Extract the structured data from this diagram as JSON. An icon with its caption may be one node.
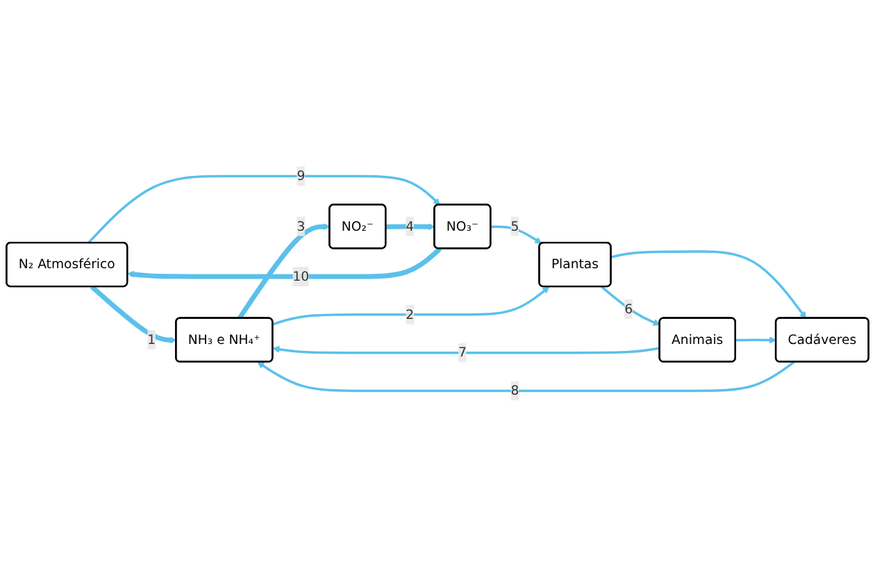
{
  "diagram": {
    "nodes": [
      {
        "text": [
          "N₂ Atmosférico"
        ]
      },
      {
        "text": [
          "NO₃⁻"
        ]
      },
      {
        "text": [
          "Plantas"
        ]
      },
      {
        "text": [
          "Animais"
        ]
      },
      {
        "text": [
          "NH₃ e NH₄⁺"
        ]
      },
      {
        "text": [
          "Cadáveres"
        ]
      },
      {
        "text": [
          "NO₂⁻"
        ]
      }
    ],
    "edges": [
      {
        "from": 1,
        "to": 0,
        "arrow": "to",
        "label": "10",
        "style": "thick"
      },
      {
        "from": 0,
        "to": 4,
        "arrow": "to",
        "label": "1",
        "style": "thick"
      },
      {
        "from": 0,
        "to": 1,
        "arrow": "to",
        "label": "9"
      },
      {
        "from": 1,
        "to": 2,
        "arrow": "to",
        "label": "5"
      },
      {
        "from": 2,
        "to": 3,
        "arrow": "to",
        "label": "6"
      },
      {
        "from": 3,
        "to": 4,
        "arrow": "to",
        "label": "7"
      },
      {
        "from": 2,
        "to": 5,
        "arrow": "to"
      },
      {
        "from": 3,
        "to": 5,
        "arrow": "to"
      },
      {
        "from": 5,
        "to": 4,
        "arrow": "to",
        "label": "8"
      },
      {
        "from": 4,
        "to": 2,
        "arrow": "to",
        "label": "2"
      },
      {
        "from": 4,
        "to": 6,
        "arrow": "to",
        "label": "3",
        "style": "thick"
      },
      {
        "from": 6,
        "to": 1,
        "arrow": "to",
        "label": "4",
        "style": "thick"
      }
    ]
  }
}
